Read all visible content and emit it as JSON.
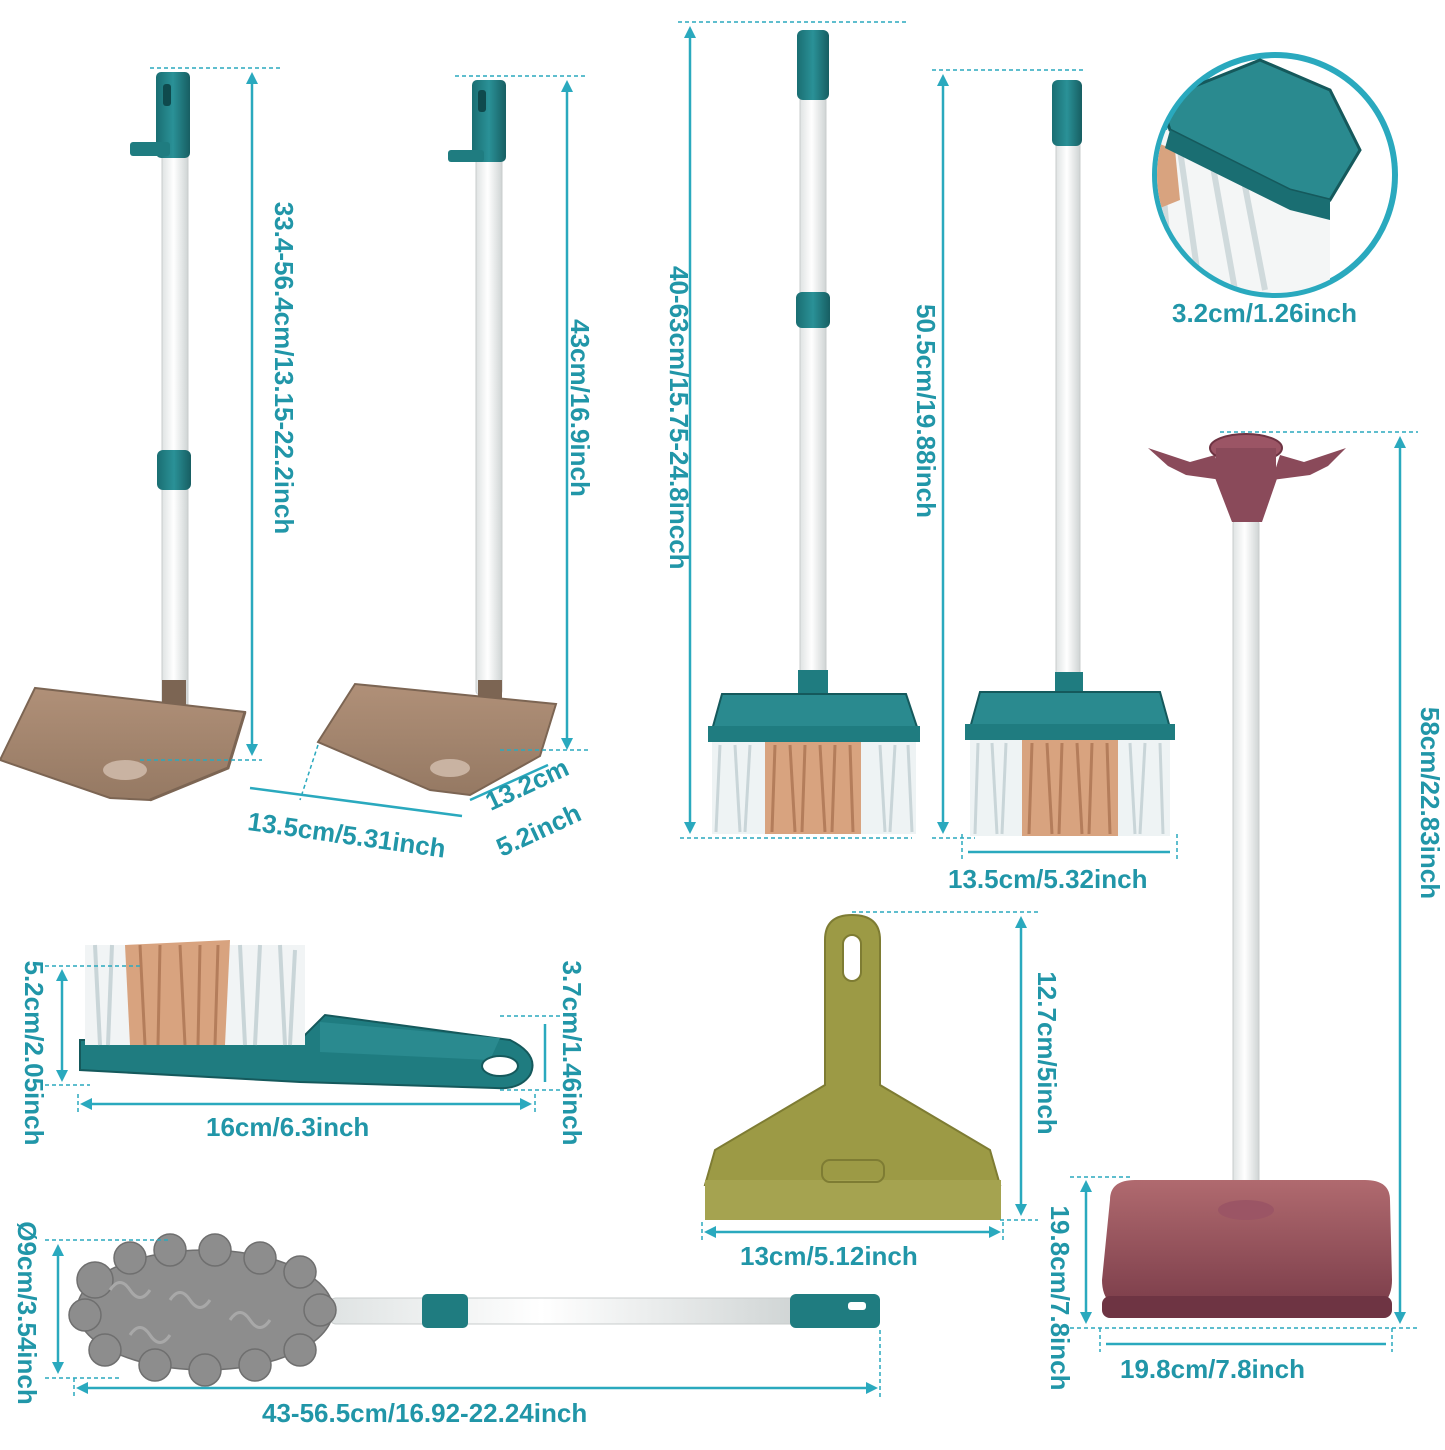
{
  "colors": {
    "teal": "#1f7c80",
    "teal_dark": "#16666a",
    "dimension_line": "#2aa9be",
    "label": "#2196a8",
    "pole": "#f2f4f4",
    "dustpan_brown": "#a88a72",
    "bristle_tan": "#d8a37f",
    "scraper_olive": "#9c9a45",
    "stand_maroon": "#8a4a5a",
    "duster_gray": "#8d8d8d"
  },
  "items": [
    {
      "name": "Dustpan (large)",
      "dimensions": [
        "33.4-56.4cm/13.15-22.2inch"
      ]
    },
    {
      "name": "Dustpan (standing)",
      "dimensions": [
        "43cm/16.9inch",
        "13.5cm/5.31inch",
        "13.2cm",
        "5.2inch"
      ]
    },
    {
      "name": "Broom (telescopic)",
      "dimensions": [
        "40-63cm/15.75-24.8incch"
      ]
    },
    {
      "name": "Broom",
      "dimensions": [
        "50.5cm/19.88inch",
        "13.5cm/5.32inch"
      ]
    },
    {
      "name": "Broom head close-up",
      "dimensions": [
        "3.2cm/1.26inch"
      ]
    },
    {
      "name": "Hand brush",
      "dimensions": [
        "5.2cm/2.05inch",
        "3.7cm/1.46inch",
        "16cm/6.3inch"
      ]
    },
    {
      "name": "Scraper",
      "dimensions": [
        "12.7cm/5inch",
        "13cm/5.12inch"
      ]
    },
    {
      "name": "Storage stand",
      "dimensions": [
        "58cm/22.83inch",
        "19.8cm/7.8inch",
        "19.8cm/7.8inch"
      ]
    },
    {
      "name": "Microfiber duster",
      "dimensions": [
        "Ø9cm/3.54inch",
        "43-56.5cm/16.92-22.24inch"
      ]
    }
  ]
}
